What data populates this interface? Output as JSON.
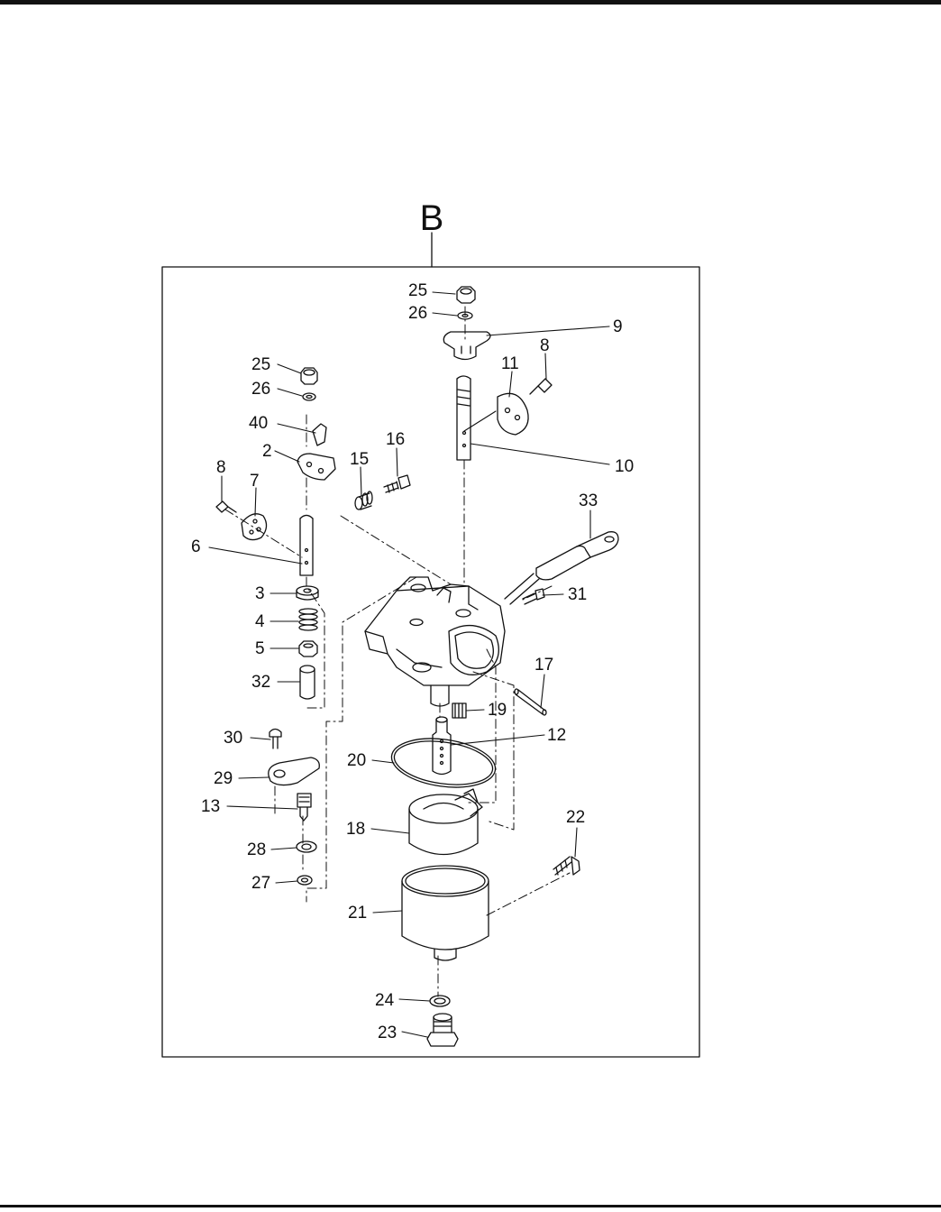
{
  "section_label": "B",
  "callouts": [
    {
      "id": "c-25-top",
      "label": "25"
    },
    {
      "id": "c-26-top",
      "label": "26"
    },
    {
      "id": "c-9",
      "label": "9"
    },
    {
      "id": "c-8-right",
      "label": "8"
    },
    {
      "id": "c-11",
      "label": "11"
    },
    {
      "id": "c-10",
      "label": "10"
    },
    {
      "id": "c-25-left",
      "label": "25"
    },
    {
      "id": "c-26-left",
      "label": "26"
    },
    {
      "id": "c-40",
      "label": "40"
    },
    {
      "id": "c-2",
      "label": "2"
    },
    {
      "id": "c-16",
      "label": "16"
    },
    {
      "id": "c-15",
      "label": "15"
    },
    {
      "id": "c-8-left",
      "label": "8"
    },
    {
      "id": "c-7",
      "label": "7"
    },
    {
      "id": "c-6",
      "label": "6"
    },
    {
      "id": "c-33",
      "label": "33"
    },
    {
      "id": "c-3",
      "label": "3"
    },
    {
      "id": "c-31",
      "label": "31"
    },
    {
      "id": "c-4",
      "label": "4"
    },
    {
      "id": "c-5",
      "label": "5"
    },
    {
      "id": "c-32",
      "label": "32"
    },
    {
      "id": "c-17",
      "label": "17"
    },
    {
      "id": "c-19",
      "label": "19"
    },
    {
      "id": "c-30",
      "label": "30"
    },
    {
      "id": "c-12",
      "label": "12"
    },
    {
      "id": "c-20",
      "label": "20"
    },
    {
      "id": "c-29",
      "label": "29"
    },
    {
      "id": "c-13",
      "label": "13"
    },
    {
      "id": "c-22",
      "label": "22"
    },
    {
      "id": "c-18",
      "label": "18"
    },
    {
      "id": "c-28",
      "label": "28"
    },
    {
      "id": "c-27",
      "label": "27"
    },
    {
      "id": "c-21",
      "label": "21"
    },
    {
      "id": "c-24",
      "label": "24"
    },
    {
      "id": "c-23",
      "label": "23"
    }
  ]
}
